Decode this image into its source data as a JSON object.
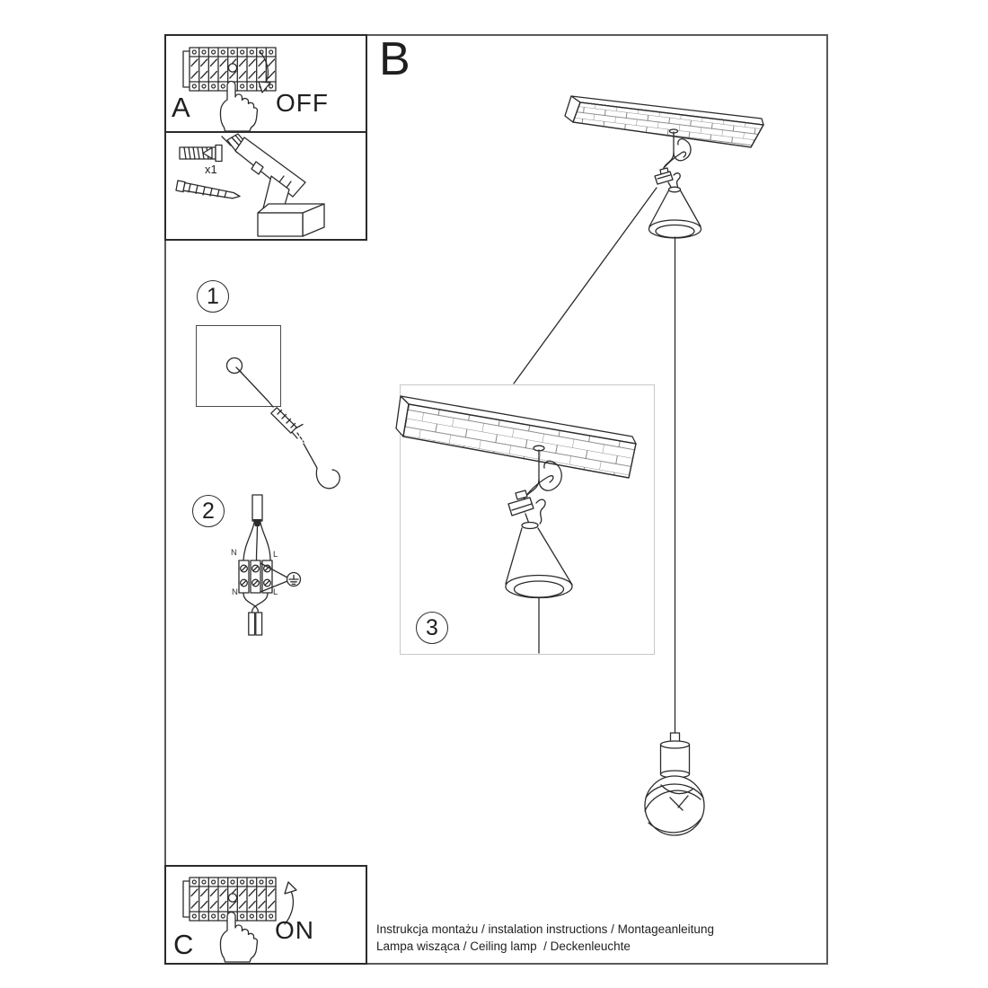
{
  "header": {
    "section_b_label": "B"
  },
  "box_power_off": {
    "label": "A",
    "state": "OFF"
  },
  "box_tools": {
    "anchor_qty": "x1"
  },
  "box_power_on": {
    "label": "C",
    "state": "ON"
  },
  "steps": {
    "step1": {
      "number": "1"
    },
    "step2": {
      "number": "2",
      "terminals": {
        "n_top": "N",
        "l_top": "L",
        "n_bottom": "N",
        "l_bottom": "L"
      }
    },
    "step3": {
      "number": "3"
    }
  },
  "footer": {
    "line1": "Instrukcja montażu / instalation instructions / Montageanleitung",
    "line2": "Lampa wisząca / Ceiling lamp  / Deckenleuchte"
  },
  "colors": {
    "line": "#2b2b2b",
    "frame": "#5a5a5a",
    "inset_border": "#c8c8c8",
    "background": "#ffffff"
  }
}
